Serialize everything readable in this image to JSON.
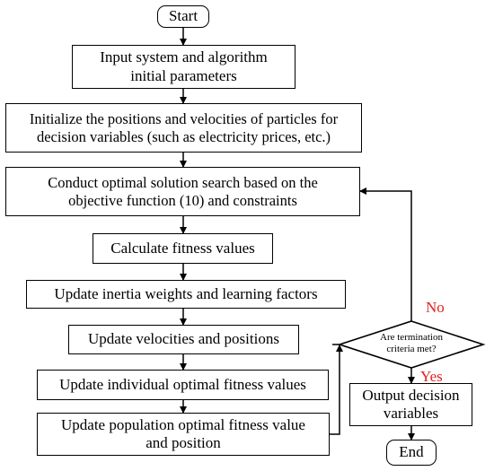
{
  "nodes": {
    "start": "Start",
    "input_params": "Input system and algorithm initial parameters",
    "initialize": "Initialize the positions and velocities of particles for decision variables (such as electricity prices, etc.)",
    "search": "Conduct optimal solution search based on the objective function (10) and constraints",
    "fitness": "Calculate fitness values",
    "update_weights": "Update inertia weights and learning factors",
    "update_velocities": "Update velocities and positions",
    "update_individual": "Update individual optimal fitness values",
    "update_population": "Update population optimal fitness value and position",
    "decision": "Are termination criteria met?",
    "output": "Output decision variables",
    "end": "End"
  },
  "edge_labels": {
    "no": "No",
    "yes": "Yes"
  },
  "colors": {
    "line": "#000000",
    "label_accent": "#e02020"
  }
}
